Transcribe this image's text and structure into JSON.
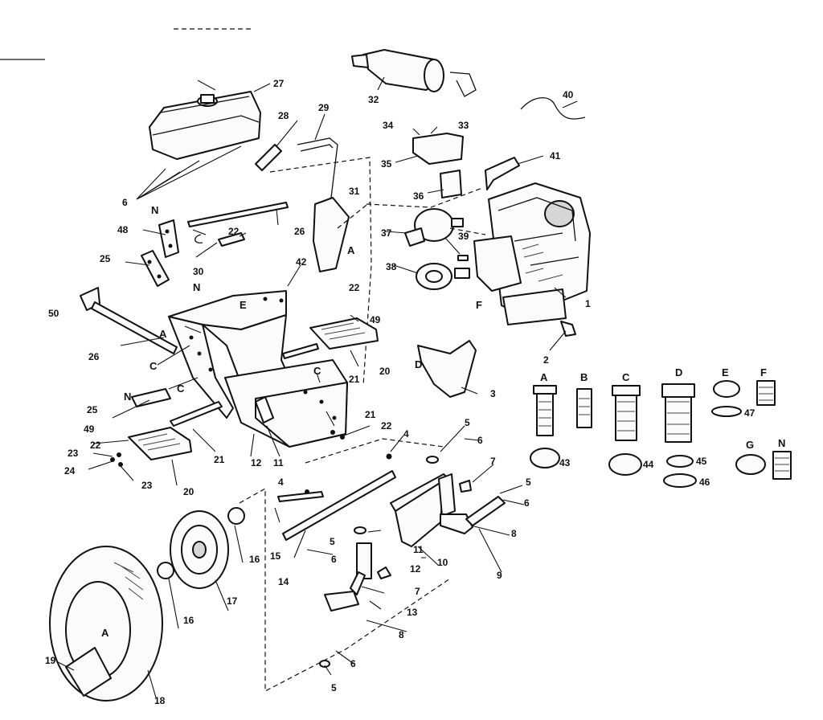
{
  "diagram": {
    "callouts": {
      "c1": "1",
      "c2": "2",
      "c3": "3",
      "c4a": "4",
      "c4b": "4",
      "c5a": "5",
      "c5b": "5",
      "c5c": "5",
      "c5d": "5",
      "c6a": "6",
      "c6b": "6",
      "c6c": "6",
      "c6d": "6",
      "c6e": "6",
      "c7a": "7",
      "c7b": "7",
      "c8a": "8",
      "c8b": "8",
      "c9": "9",
      "c10": "10",
      "c11a": "11",
      "c11b": "11",
      "c12a": "12",
      "c12b": "12",
      "c13": "13",
      "c14": "14",
      "c15": "15",
      "c16a": "16",
      "c16b": "16",
      "c17": "17",
      "c18": "18",
      "c19": "19",
      "c20a": "20",
      "c20b": "20",
      "c21a": "21",
      "c21b": "21",
      "c21c": "21",
      "c22a": "22",
      "c22b": "22",
      "c22c": "22",
      "c22d": "22",
      "c23a": "23",
      "c23b": "23",
      "c24": "24",
      "c25a": "25",
      "c25b": "25",
      "c26a": "26",
      "c26b": "26",
      "c27": "27",
      "c28": "28",
      "c29": "29",
      "c30": "30",
      "c31": "31",
      "c32": "32",
      "c33": "33",
      "c34": "34",
      "c35": "35",
      "c36": "36",
      "c37": "37",
      "c38": "38",
      "c39": "39",
      "c40": "40",
      "c41": "41",
      "c42": "42",
      "c43": "43",
      "c44": "44",
      "c45": "45",
      "c46": "46",
      "c47": "47",
      "c48": "48",
      "c49a": "49",
      "c49b": "49",
      "c50": "50"
    },
    "letters": {
      "a_frame": "A",
      "a_bracket": "A",
      "a_tire": "A",
      "b": "B",
      "c_frame1": "C",
      "c_frame2": "C",
      "c_frame3": "C",
      "d": "D",
      "e": "E",
      "f": "F",
      "n_top": "N",
      "n_mid": "N",
      "n_low": "N"
    },
    "hardware_keys": {
      "A": "A",
      "B": "B",
      "C": "C",
      "D": "D",
      "E": "E",
      "F": "F",
      "G": "G",
      "N": "N"
    }
  }
}
